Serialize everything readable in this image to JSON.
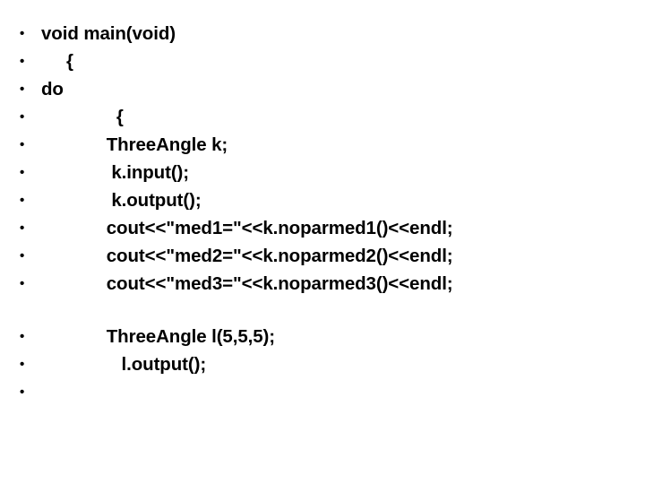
{
  "slide": {
    "bullet_glyph": "•",
    "background_color": "#ffffff",
    "text_color": "#000000",
    "groups": [
      {
        "name": "main-function-block",
        "lines": [
          {
            "text": "void main(void)"
          },
          {
            "text": "     {"
          },
          {
            "text": "do"
          },
          {
            "text": "               {"
          },
          {
            "text": "             ThreeAngle k;"
          },
          {
            "text": "              k.input();"
          },
          {
            "text": "              k.output();"
          },
          {
            "text": "             cout<<\"med1=\"<<k.noparmed1()<<endl;"
          },
          {
            "text": "             cout<<\"med2=\"<<k.noparmed2()<<endl;"
          },
          {
            "text": "             cout<<\"med3=\"<<k.noparmed3()<<endl;"
          }
        ]
      },
      {
        "name": "local-object-block",
        "lines": [
          {
            "text": "             ThreeAngle l(5,5,5);"
          },
          {
            "text": "                l.output();"
          },
          {
            "text": ""
          }
        ]
      }
    ]
  }
}
